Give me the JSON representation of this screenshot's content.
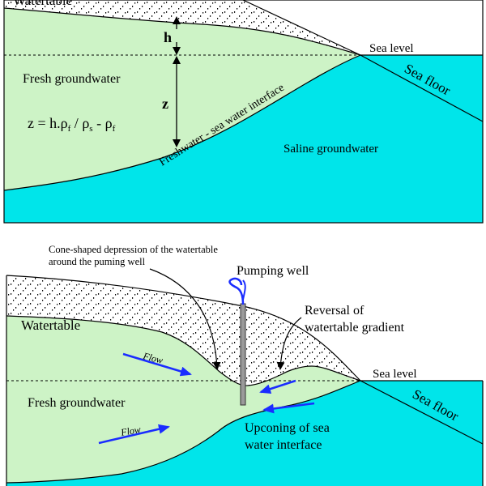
{
  "top_panel": {
    "watertable_label": "Watertable",
    "h_label": "h",
    "z_label": "z",
    "sea_level_label": "Sea level",
    "sea_floor_label": "Sea floor",
    "fresh_groundwater_label": "Fresh groundwater",
    "saline_groundwater_label": "Saline groundwater",
    "interface_label": "Freshwater - sea water interface",
    "equation": {
      "z": "z = h.",
      "rho": "ρ",
      "sub_f": "f",
      "slash": " / ",
      "sub_s": "s",
      "minus": " - "
    }
  },
  "bottom_panel": {
    "cone_caption_line1": "Cone-shaped depression of the watertable",
    "cone_caption_line2": "around the puming well",
    "pumping_well_label": "Pumping well",
    "watertable_label": "Watertable",
    "reversal_line1": "Reversal of",
    "reversal_line2": "watertable gradient",
    "sea_level_label": "Sea level",
    "sea_floor_label": "Sea floor",
    "fresh_groundwater_label": "Fresh groundwater",
    "flow_label_upper": "Flow",
    "flow_label_lower": "Flow",
    "upconing_line1": "Upconing of sea",
    "upconing_line2": "water interface"
  },
  "colors": {
    "fresh": "#cdf3c6",
    "saline": "#00e5ea",
    "soil": "#ffffff",
    "outline": "#000000",
    "arrow_blue": "#1a2cff",
    "well": "#9a9a9a"
  }
}
